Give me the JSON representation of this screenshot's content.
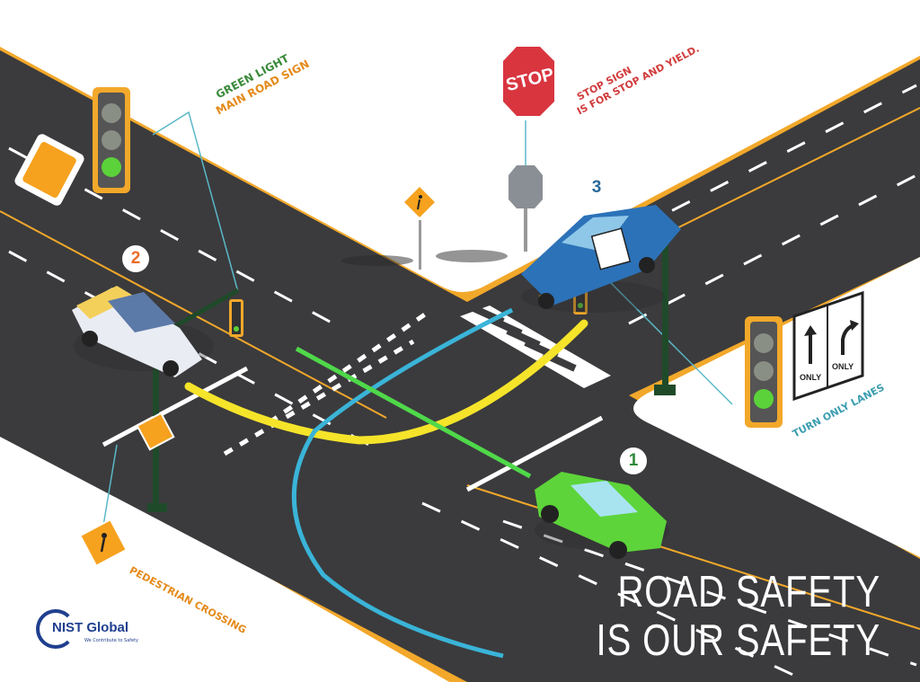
{
  "labels": {
    "green_light": "GREEN LIGHT",
    "main_road_sign": "MAIN ROAD SIGN",
    "stop_sign_line1": "STOP SIGN",
    "stop_sign_line2": "IS FOR STOP AND YIELD.",
    "turn_only_lanes": "TURN ONLY LANES",
    "pedestrian_crossing": "PEDESTRIAN CROSSING"
  },
  "stop_sign_text": "STOP",
  "turn_sign": {
    "left": "ONLY",
    "right": "ONLY"
  },
  "markers": [
    "1",
    "2",
    "3"
  ],
  "headline": {
    "line1": "ROAD SAFETY",
    "line2": "IS OUR SAFETY"
  },
  "logo": {
    "name": "NIST Global",
    "tagline": "We Contribute to Safety"
  },
  "colors": {
    "road": "#3b3b3d",
    "curb": "#f2a82a",
    "stop_red": "#d8353f",
    "green_car": "#5dd43a",
    "blue_car": "#2c72b8",
    "taxi": "#f3d05a",
    "path_yellow": "#f5e42a",
    "path_blue": "#3ab4d8",
    "path_green": "#4fd84a",
    "sign_orange": "#f6a21e"
  }
}
